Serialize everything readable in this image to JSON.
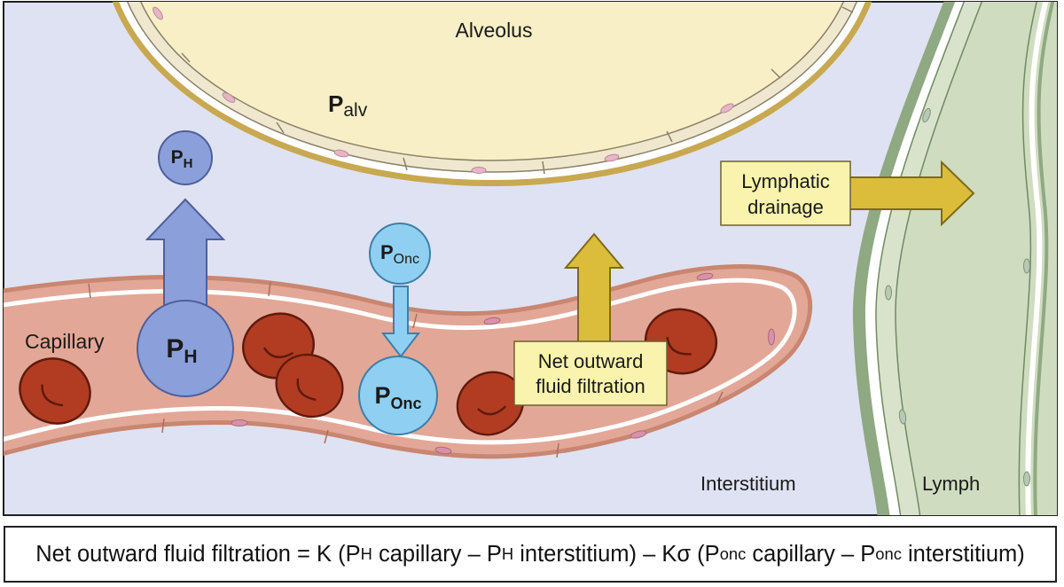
{
  "labels": {
    "alveolus": "Alveolus",
    "p_alv_main": "P",
    "p_alv_sub": "alv",
    "capillary": "Capillary",
    "interstitium": "Interstitium",
    "lymph": "Lymph",
    "p_h_main": "P",
    "p_h_sub": "H",
    "p_onc_main": "P",
    "p_onc_sub": "Onc",
    "net_filtration_line1": "Net outward",
    "net_filtration_line2": "fluid filtration",
    "lymphatic_line1": "Lymphatic",
    "lymphatic_line2": "drainage"
  },
  "formula": {
    "lhs": "Net outward fluid filtration = K (P",
    "sub_h1": "H",
    "part_cap1": " capillary – P",
    "sub_h2": "H",
    "part_int1": " interstitium) – Kσ (P",
    "sub_onc1": "onc",
    "part_cap2": " capillary – P",
    "sub_onc2": "onc",
    "part_int2": " interstitium)"
  },
  "colors": {
    "background": "#dfe2f2",
    "alveolus_fill": "#f8efc6",
    "alveolus_wall": "#c8a850",
    "capillary_fill": "#e3a797",
    "capillary_outline": "#c98670",
    "rbc": "#b13c22",
    "hydrostatic_blue": "#8b9fdb",
    "oncotic_blue": "#8fd0f2",
    "filtration_arrow": "#dbbd3b",
    "label_box": "#f9f3ad",
    "lymph_fill": "#cfdcbf",
    "lymph_wall": "#8fa982"
  }
}
